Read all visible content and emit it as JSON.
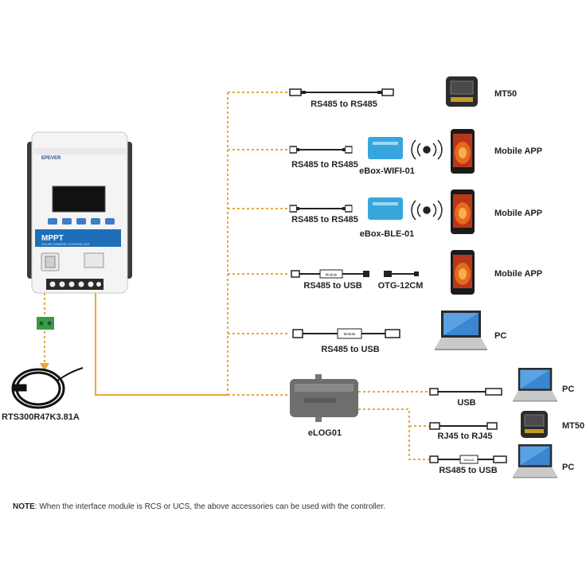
{
  "controller": {
    "brand": "EPEVER",
    "model_badge": "MPPT",
    "subtitle": "SOLAR CHARGE CONTROLLER"
  },
  "sensor": {
    "label": "RTS300R47K3.81A"
  },
  "routes": [
    {
      "cable": "RS485 to RS485",
      "device": "MT50"
    },
    {
      "cable": "RS485 to RS485",
      "adapter": "eBox-WIFI-01",
      "device": "Mobile APP"
    },
    {
      "cable": "RS485 to RS485",
      "adapter": "eBox-BLE-01",
      "device": "Mobile APP"
    },
    {
      "cable": "RS485 to USB",
      "adapter": "OTG-12CM",
      "device": "Mobile APP"
    },
    {
      "cable": "RS485 to USB",
      "device": "PC"
    }
  ],
  "elog": {
    "name": "eLOG01",
    "routes": [
      {
        "cable": "USB",
        "device": "PC"
      },
      {
        "cable": "RJ45 to RJ45",
        "device": "MT50"
      },
      {
        "cable": "RS485 to USB",
        "device": "PC"
      }
    ]
  },
  "module_tag": "Module",
  "note": {
    "prefix": "NOTE",
    "text": ": When the interface module is RCS or UCS, the above accessories can be used with the controller."
  },
  "colors": {
    "link": "#e8a93a",
    "accent_blue": "#1e6fb8",
    "wifi_box": "#37a6dc",
    "screen": "#111111"
  }
}
